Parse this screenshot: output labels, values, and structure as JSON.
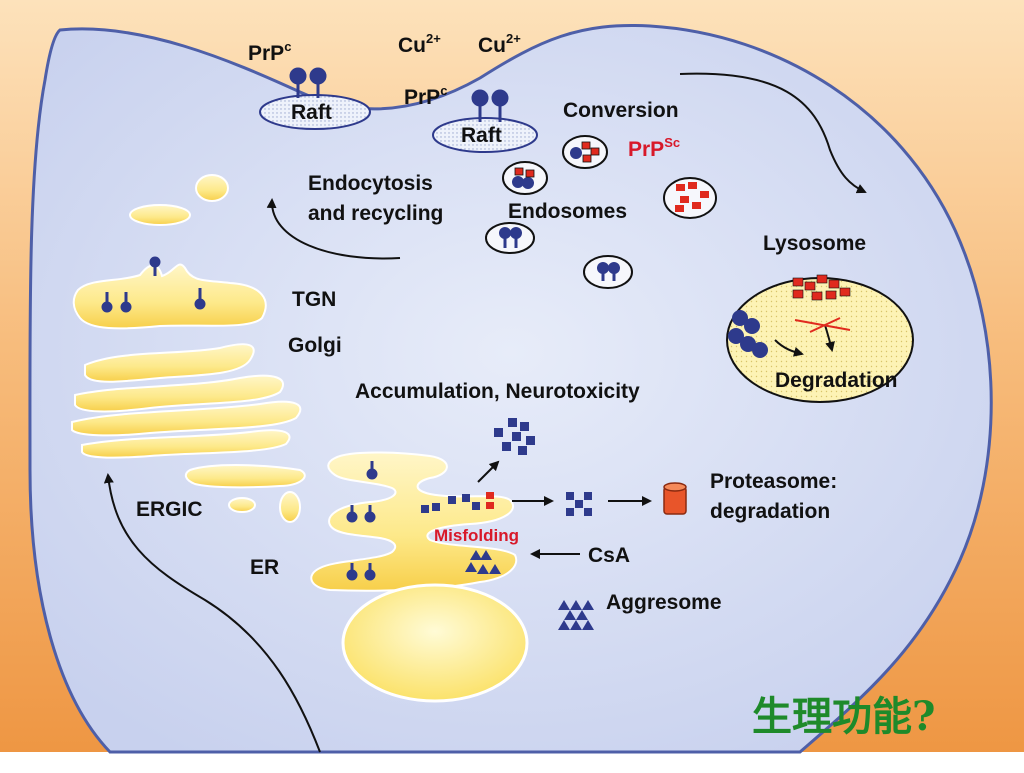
{
  "labels": {
    "prpc_1": "PrP",
    "prpc_1_sup": "c",
    "prpc_2": "PrP",
    "prpc_2_sup": "c",
    "cu_1": "Cu",
    "cu_1_sup": "2+",
    "cu_2": "Cu",
    "cu_2_sup": "2+",
    "raft_1": "Raft",
    "raft_2": "Raft",
    "conversion": "Conversion",
    "prpsc": "PrP",
    "prpsc_sup": "Sc",
    "endocytosis_line1": "Endocytosis",
    "endocytosis_line2": "and recycling",
    "endosomes": "Endosomes",
    "lysosome": "Lysosome",
    "degradation": "Degradation",
    "tgn": "TGN",
    "golgi": "Golgi",
    "accumulation": "Accumulation, Neurotoxicity",
    "proteasome_line1": "Proteasome:",
    "proteasome_line2": "degradation",
    "misfolding": "Misfolding",
    "csa": "CsA",
    "aggresome": "Aggresome",
    "ergic": "ERGIC",
    "er": "ER",
    "question": "生理功能?"
  },
  "colors": {
    "background_top": "#fbd9a8",
    "background_bottom": "#ee9541",
    "cell_fill": "#d9e1f5",
    "cell_stroke": "#5a6bb3",
    "organelle": "#fde27a",
    "prp_blue": "#2e3a8c",
    "prpsc_red": "#e02a1e",
    "question_green": "#1e8a2a"
  }
}
